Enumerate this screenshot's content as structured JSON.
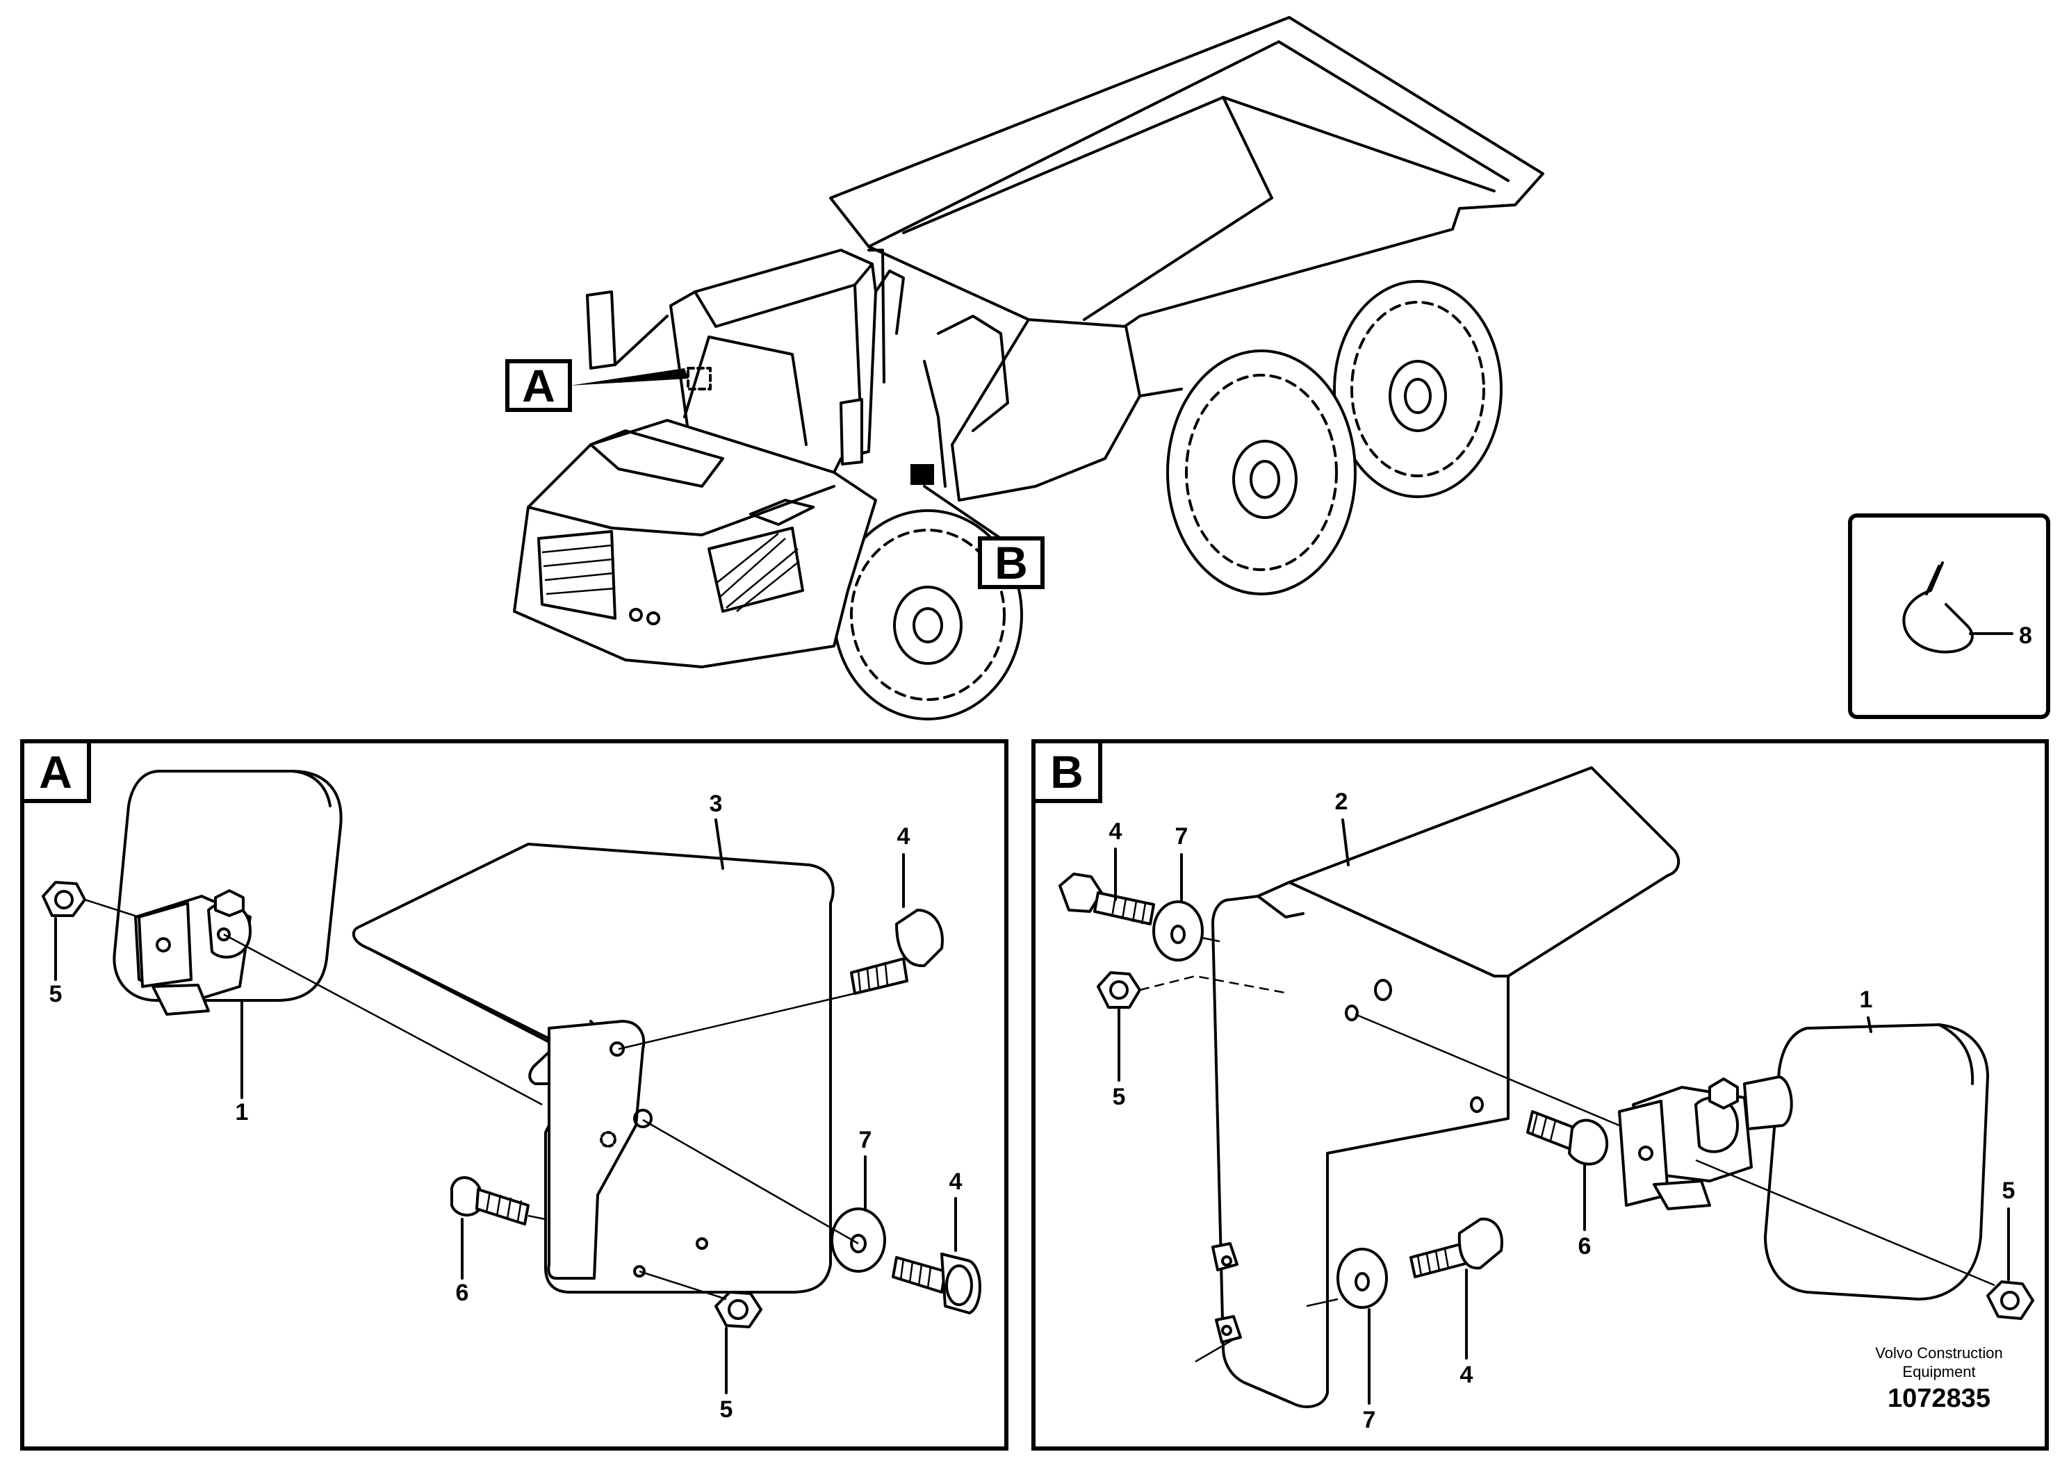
{
  "callouts": {
    "main_a": "A",
    "main_b": "B",
    "panel_a_tag": "A",
    "panel_b_tag": "B"
  },
  "inset": {
    "tie_label": "8"
  },
  "panel_a": {
    "lamp": "1",
    "bracket": "3",
    "bolt_top": "4",
    "nut_left": "5",
    "washer": "7",
    "bolt_right": "4",
    "screw": "6",
    "nut_bottom": "5"
  },
  "panel_b": {
    "bolt": "4",
    "washer_top": "7",
    "bracket": "2",
    "lamp": "1",
    "nut_left": "5",
    "screw": "6",
    "nut_right": "5",
    "washer_bottom": "7",
    "bolt_bottom": "4"
  },
  "footer": {
    "brand_line1": "Volvo Construction",
    "brand_line2": "Equipment",
    "ref_number": "1072835"
  }
}
